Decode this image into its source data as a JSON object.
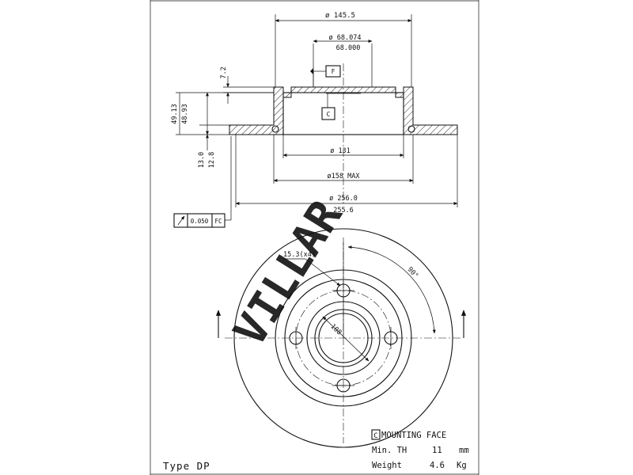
{
  "top_view": {
    "dia_outer_hat": "ø 145.5",
    "bore_max": "ø 68.074",
    "bore_min": "68.000",
    "height_small": "7.2",
    "feature_f": "F",
    "datum_c": "C",
    "height_max": "49.13",
    "height_min": "48.93",
    "thickness_max": "13.0",
    "thickness_min": "12.8",
    "dia_inner": "ø 131",
    "dia_max": "ø158 MAX",
    "dia_disc_max": "ø 256.0",
    "dia_disc_min": "255.6",
    "runout_value": "0.050",
    "runout_datum": "FC"
  },
  "front_view": {
    "hole_spec": "15.3(x4)",
    "angle": "90°",
    "pcd": "108"
  },
  "notes": {
    "mounting_letter": "C",
    "mounting_label": "MOUNTING FACE",
    "min_th_label": "Min. TH",
    "min_th_value": "11",
    "min_th_unit": "mm",
    "weight_label": "Weight",
    "weight_value": "4.6",
    "weight_unit": "Kg"
  },
  "type_label": "Type DP",
  "watermark": "VILLAR",
  "colors": {
    "line": "#111111",
    "watermark": "#e0242d",
    "background": "#ffffff"
  }
}
